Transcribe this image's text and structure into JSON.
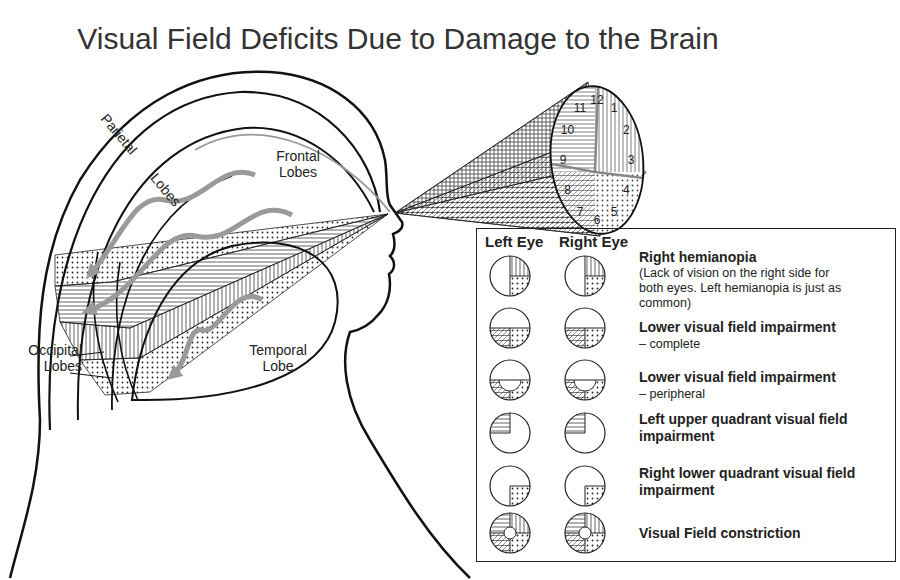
{
  "diagram": {
    "title": "Visual Field Deficits Due to Damage to the Brain",
    "nodes": [
      {
        "text": [
          "12",
          "1",
          "2",
          "3",
          "4",
          "5",
          "6",
          "7",
          "8",
          "9",
          "10",
          "11"
        ]
      },
      {
        "text": [
          "Left Eye",
          "Right Eye",
          "Right hemianopia",
          "(Lack of vision on the right side for both eyes. Left hemianopia is just as common)",
          "Lower visual field impairment",
          "– complete",
          "Lower visual field impairment",
          "– peripheral",
          "Left upper quadrant visual field impairment",
          "Right lower quadrant visual field impairment",
          "Visual Field constriction"
        ]
      }
    ],
    "labels": [
      "Frontal Lobes",
      "Parietal Lobes",
      "Occipital Lobes",
      "Temporal Lobe"
    ]
  }
}
